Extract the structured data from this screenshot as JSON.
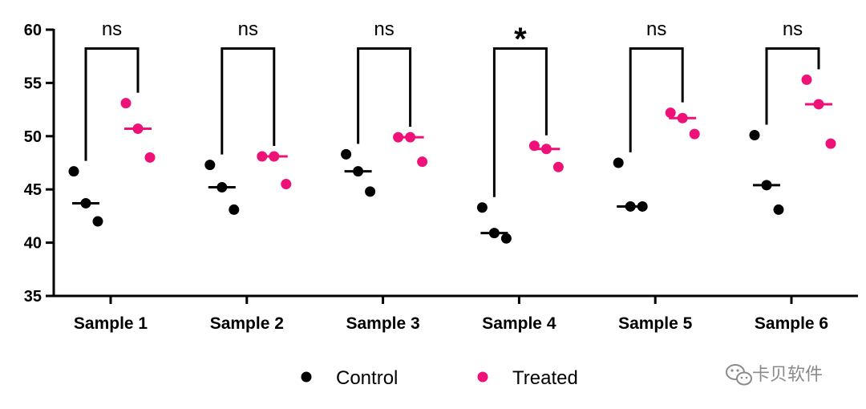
{
  "chart_data": {
    "type": "scatter",
    "title": "",
    "xlabel": "",
    "ylabel": "",
    "ylim": [
      35,
      60
    ],
    "yticks": [
      35,
      40,
      45,
      50,
      55,
      60
    ],
    "categories": [
      "Sample 1",
      "Sample 2",
      "Sample 3",
      "Sample 4",
      "Sample 5",
      "Sample 6"
    ],
    "grid": false,
    "legend_position": "bottom-center",
    "series": [
      {
        "name": "Control",
        "color": "#000000",
        "points": [
          [
            46.7,
            43.7,
            42.0
          ],
          [
            47.3,
            45.2,
            43.1
          ],
          [
            48.3,
            46.7,
            44.8
          ],
          [
            43.3,
            40.9,
            40.4
          ],
          [
            47.5,
            43.4,
            43.4
          ],
          [
            50.1,
            45.4,
            43.1
          ]
        ],
        "medians": [
          43.7,
          45.2,
          46.7,
          40.9,
          43.4,
          45.4
        ]
      },
      {
        "name": "Treated",
        "color": "#ee1177",
        "points": [
          [
            53.1,
            50.7,
            48.0
          ],
          [
            48.1,
            48.1,
            45.5
          ],
          [
            49.9,
            49.9,
            47.6
          ],
          [
            49.1,
            48.8,
            47.1
          ],
          [
            52.2,
            51.7,
            50.2
          ],
          [
            55.3,
            53.0,
            49.3
          ]
        ],
        "medians": [
          50.7,
          48.1,
          49.9,
          48.8,
          51.7,
          53.0
        ]
      }
    ],
    "significance": [
      "ns",
      "ns",
      "ns",
      "*",
      "ns",
      "ns"
    ]
  },
  "watermark": {
    "text": "卡贝软件",
    "icon": "wechat-icon",
    "color": "#8a8a8a"
  }
}
